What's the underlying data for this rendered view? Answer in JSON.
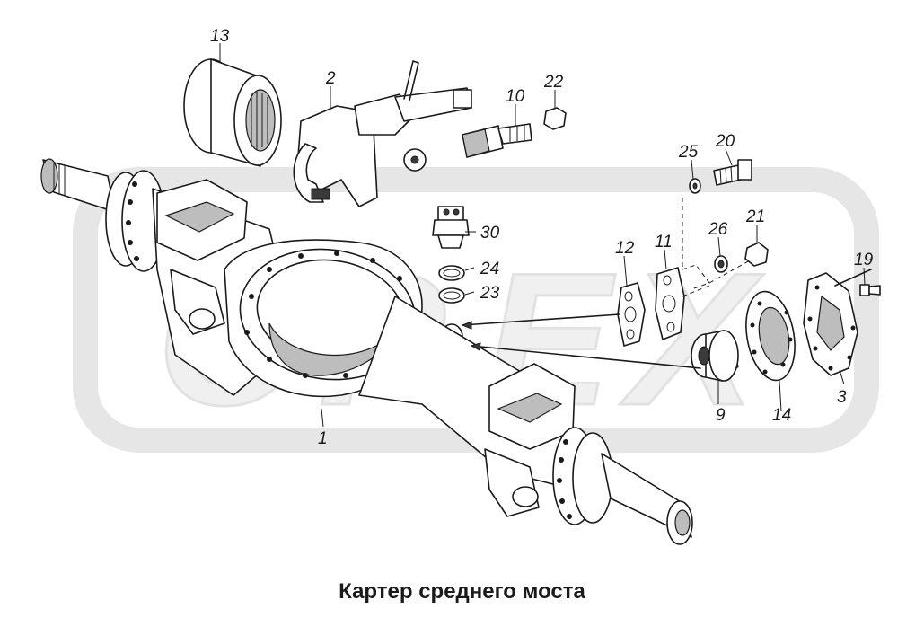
{
  "caption": "Картер среднего моста",
  "callouts": [
    {
      "id": "c13",
      "label": "13"
    },
    {
      "id": "c2",
      "label": "2"
    },
    {
      "id": "c22",
      "label": "22"
    },
    {
      "id": "c10",
      "label": "10"
    },
    {
      "id": "c25",
      "label": "25"
    },
    {
      "id": "c20",
      "label": "20"
    },
    {
      "id": "c30",
      "label": "30"
    },
    {
      "id": "c24",
      "label": "24"
    },
    {
      "id": "c23",
      "label": "23"
    },
    {
      "id": "c12",
      "label": "12"
    },
    {
      "id": "c11",
      "label": "11"
    },
    {
      "id": "c26",
      "label": "26"
    },
    {
      "id": "c21",
      "label": "21"
    },
    {
      "id": "c19",
      "label": "19"
    },
    {
      "id": "c1",
      "label": "1"
    },
    {
      "id": "c9",
      "label": "9"
    },
    {
      "id": "c14",
      "label": "14"
    },
    {
      "id": "c3",
      "label": "3"
    }
  ],
  "colors": {
    "ink": "#1a1a1a",
    "watermark": "#e6e6e6",
    "shade": "#bdbdbd"
  }
}
